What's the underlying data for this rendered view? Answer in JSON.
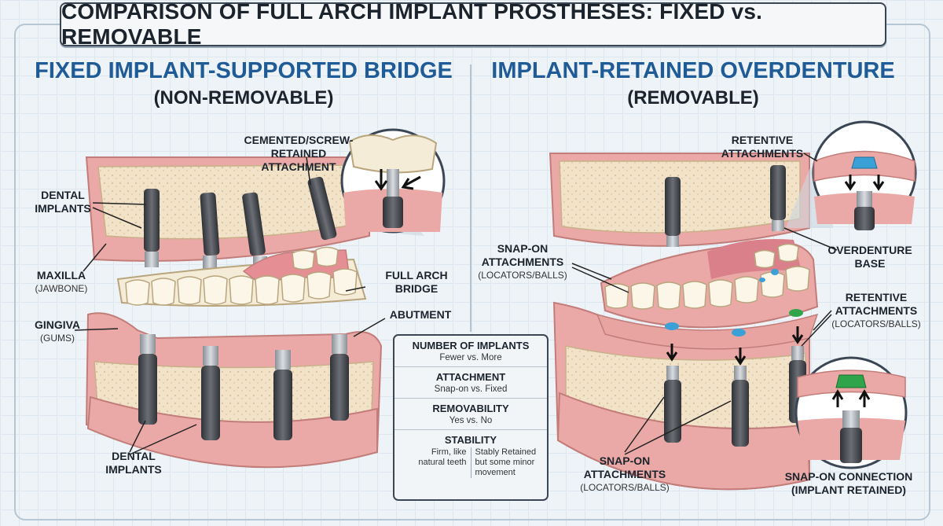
{
  "title": "COMPARISON OF FULL ARCH IMPLANT PROSTHESES: FIXED vs. REMOVABLE",
  "left": {
    "heading": "FIXED IMPLANT-SUPPORTED BRIDGE",
    "subheading": "(NON-REMOVABLE)",
    "labels": {
      "attachment_line1": "CEMENTED/SCREW-",
      "attachment_line2": "RETAINED ATTACHMENT",
      "implants_top_line1": "DENTAL",
      "implants_top_line2": "IMPLANTS",
      "maxilla": "MAXILLA",
      "maxilla_sub": "(JAWBONE)",
      "gingiva": "GINGIVA",
      "gingiva_sub": "(GUMS)",
      "bridge_line1": "FULL ARCH",
      "bridge_line2": "BRIDGE",
      "abutment": "ABUTMENT",
      "implants_bottom_line1": "DENTAL",
      "implants_bottom_line2": "IMPLANTS"
    }
  },
  "right": {
    "heading": "IMPLANT-RETAINED OVERDENTURE",
    "subheading": "(REMOVABLE)",
    "labels": {
      "retentive_top_line1": "RETENTIVE",
      "retentive_top_line2": "ATTACHMENTS",
      "snap_left_line1": "SNAP-ON",
      "snap_left_line2": "ATTACHMENTS",
      "snap_left_sub": "(LOCATORS/BALLS)",
      "overdenture_line1": "OVERDENTURE",
      "overdenture_line2": "BASE",
      "retentive_right_line1": "RETENTIVE",
      "retentive_right_line2": "ATTACHMENTS",
      "retentive_right_sub": "(LOCATORS/BALLS)",
      "snap_bottom_line1": "SNAP-ON",
      "snap_bottom_line2": "ATTACHMENTS",
      "snap_bottom_sub": "(LOCATORS/BALLS)",
      "connection_line1": "SNAP-ON CONNECTION",
      "connection_line2": "(IMPLANT RETAINED)"
    }
  },
  "comparison": {
    "rows": [
      {
        "header": "NUMBER OF IMPLANTS",
        "value": "Fewer vs. More"
      },
      {
        "header": "ATTACHMENT",
        "value": "Snap-on vs. Fixed"
      },
      {
        "header": "REMOVABILITY",
        "value": "Yes vs. No"
      }
    ],
    "stability": {
      "header": "STABILITY",
      "left_line1": "Firm, like",
      "left_line2": "natural teeth",
      "right_line1": "Stably Retained",
      "right_line2": "but some minor",
      "right_line3": "movement"
    }
  },
  "colors": {
    "heading_blue": "#1f5c97",
    "gum_pink": "#eaa9a6",
    "bone": "#f1e2c8",
    "tooth": "#f4ecd6",
    "implant": "#4a4d52",
    "attachment_blue": "#3aa0d6",
    "attachment_green": "#2fa44a"
  }
}
